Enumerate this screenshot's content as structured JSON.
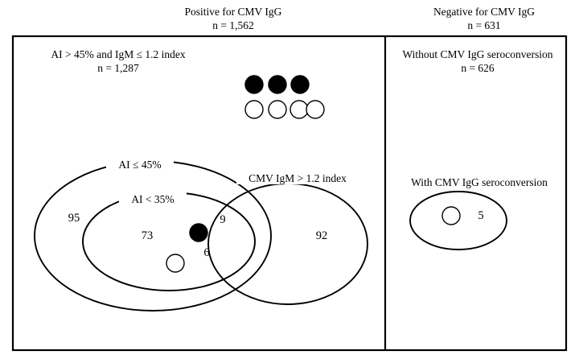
{
  "figure": {
    "headers": {
      "positive": {
        "title": "Positive for CMV IgG",
        "count": "n = 1,562"
      },
      "negative": {
        "title": "Negative  for CMV IgG",
        "count": "n = 631"
      }
    },
    "left_panel": {
      "caption_line1": "AI > 45% and IgM ≤ 1.2 index",
      "caption_line2": "n = 1,287",
      "ellipses": [
        {
          "label": "AI ≤ 45%",
          "value": "95"
        },
        {
          "label": "AI < 35%",
          "value": "73"
        },
        {
          "label": "CMV IgM > 1.2 index",
          "value": "92"
        }
      ],
      "overlap_values": {
        "igm_only_outer": "9",
        "igm_inner": "6"
      },
      "marker_rows": [
        {
          "style": "filled",
          "count": 3
        },
        {
          "style": "open",
          "count": 4
        }
      ],
      "inline_markers": [
        {
          "style": "filled"
        },
        {
          "style": "open"
        }
      ]
    },
    "right_panel": {
      "caption_line1": "Without CMV IgG seroconversion",
      "caption_line2": "n = 626",
      "ellipse": {
        "label": "With CMV IgG seroconversion",
        "value": "5"
      },
      "inline_markers": [
        {
          "style": "open"
        }
      ]
    },
    "colors": {
      "stroke": "#000000",
      "fill": "#ffffff",
      "marker_filled": "#000000"
    }
  }
}
